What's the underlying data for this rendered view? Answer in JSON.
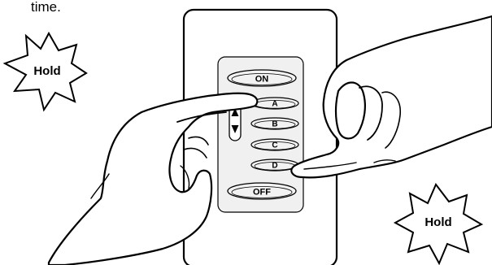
{
  "caption_fragment": "time.",
  "badges": {
    "left": "Hold",
    "right": "Hold"
  },
  "keypad": {
    "on_label": "ON",
    "off_label": "OFF",
    "scene_labels": [
      "A",
      "B",
      "C",
      "D"
    ]
  },
  "colors": {
    "panel_fill": "#f0f0f0",
    "button_fill": "#f2f2f2",
    "stroke": "#000000"
  }
}
